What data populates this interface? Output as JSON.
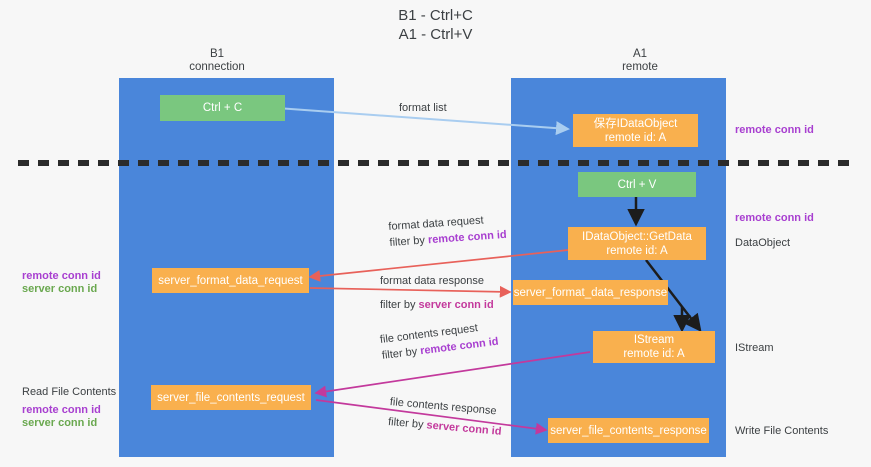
{
  "title": {
    "line1": "B1 - Ctrl+C",
    "line2": "A1 - Ctrl+V"
  },
  "columns": [
    {
      "name": "B1",
      "sub": "connection"
    },
    {
      "name": "A1",
      "sub": "remote"
    }
  ],
  "nodes": {
    "ctrl_c": "Ctrl + C",
    "save_idataobject_l1": "保存IDataObject",
    "save_idataobject_l2": "remote id: A",
    "ctrl_v": "Ctrl + V",
    "getdata_l1": "IDataObject::GetData",
    "getdata_l2": "remote id: A",
    "server_format_data_request": "server_format_data_request",
    "server_format_data_response": "server_format_data_response",
    "istream_l1": "IStream",
    "istream_l2": "remote id: A",
    "server_file_contents_request": "server_file_contents_request",
    "server_file_contents_response": "server_file_contents_response"
  },
  "edge_labels": {
    "format_list": "format list",
    "format_data_request": "format data request",
    "format_data_request_filter_prefix": "filter by ",
    "format_data_request_filter_key": "remote conn id",
    "format_data_response": "format data response",
    "format_data_response_filter_prefix": "filter by ",
    "format_data_response_filter_key": "server conn id",
    "file_contents_request": "file contents request",
    "file_contents_request_filter_prefix": "filter by ",
    "file_contents_request_filter_key": "remote conn id",
    "file_contents_response": "file contents response",
    "file_contents_response_filter_prefix": "filter by ",
    "file_contents_response_filter_key": "server conn id"
  },
  "annotations": {
    "right_remote_conn_id_top": "remote conn id",
    "right_remote_conn_id_mid": "remote conn id",
    "right_dataobject": "DataObject",
    "right_istream": "IStream",
    "right_write_file_contents": "Write File Contents",
    "left_remote_conn_id_mid": "remote conn id",
    "left_server_conn_id_mid": "server conn id",
    "left_read_file_contents": "Read File Contents",
    "left_remote_conn_id_bottom": "remote conn id",
    "left_server_conn_id_bottom": "server conn id"
  },
  "colors": {
    "lane": "#4a86da",
    "green_node": "#7ac77f",
    "orange_node": "#f9b04e",
    "purple": "#a83fd0",
    "green_text": "#6aa84f",
    "magenta": "#c3399c",
    "red_arrow": "#e8615a",
    "blue_arrow": "#a9cdf0",
    "dark_arrow": "#1c1c1c",
    "divider": "#2b2b2b"
  }
}
